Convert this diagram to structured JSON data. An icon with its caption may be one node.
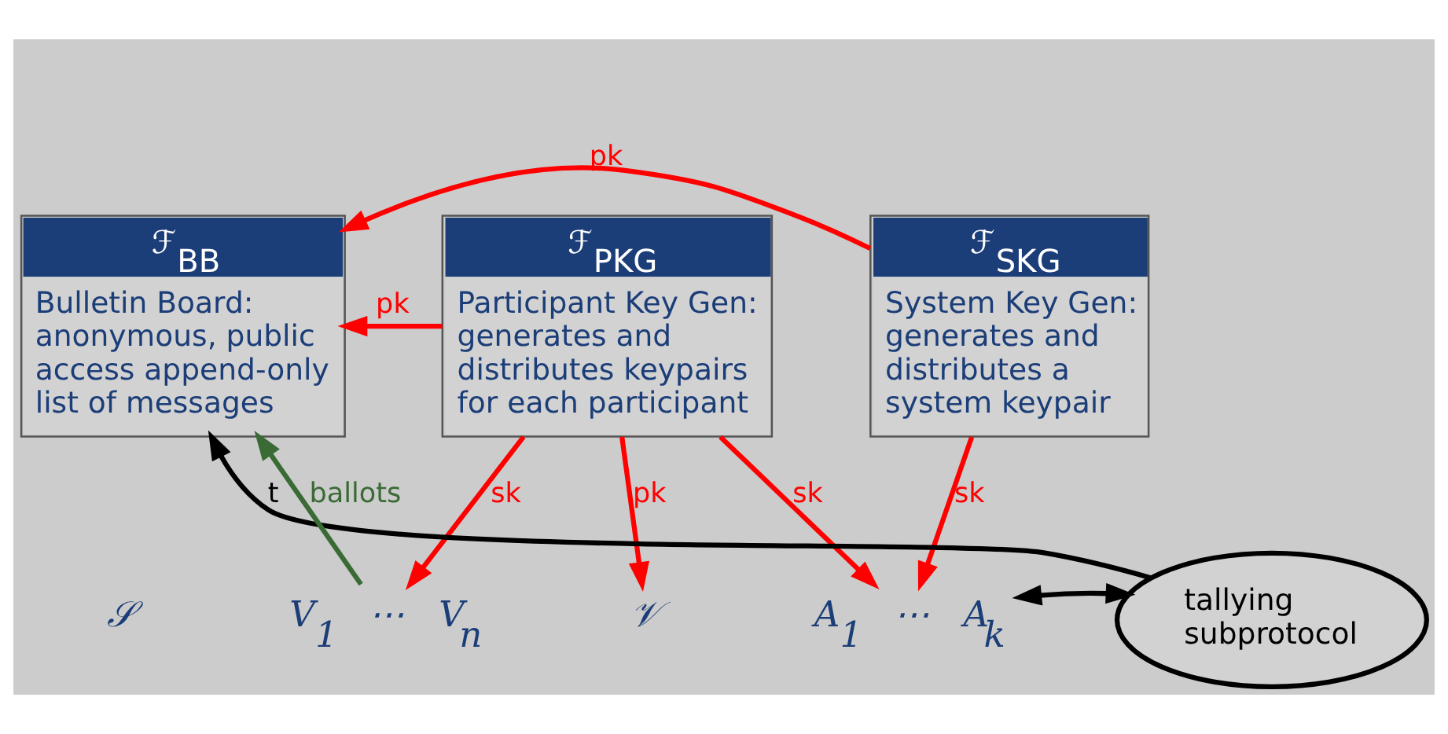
{
  "diagram": {
    "nodes": [
      {
        "text": [
          "ℱ$_{BB}$",
          "Bulletin Board: anonymous, public access append-only list of messages"
        ]
      },
      {
        "text": [
          "ℱ$_{SKG}$",
          "System Key Gen: generates and distributes a system keypair"
        ]
      },
      {
        "text": [
          "ℱ$_{PKG}$",
          "Participant Key Gen: generates and distributes keypairs for each participant"
        ]
      },
      {
        "text": [
          "tallying subprotocol"
        ]
      },
      {
        "text": [
          "𝒮"
        ]
      },
      {
        "text": [
          "V$_{1}$ ⋯ V$_{n}$"
        ]
      },
      {
        "text": [
          "𝒱"
        ]
      },
      {
        "text": [
          "A$_{1}$ ⋯ A$_{k}$"
        ]
      }
    ],
    "edges": [
      {
        "from": 1,
        "to": 0,
        "arrow": "to",
        "label": "pk"
      },
      {
        "from": 2,
        "to": 0,
        "arrow": "to",
        "label": "pk"
      },
      {
        "from": 1,
        "to": 7,
        "arrow": "to",
        "label": "sk"
      },
      {
        "from": 2,
        "to": 5,
        "arrow": "to",
        "label": "sk"
      },
      {
        "from": 2,
        "to": 6,
        "arrow": "to",
        "label": "pk"
      },
      {
        "from": 2,
        "to": 7,
        "arrow": "to",
        "label": "sk"
      },
      {
        "from": 7,
        "to": 3,
        "arrow": "both",
        "color": "#000000"
      },
      {
        "from": 5,
        "to": 0,
        "arrow": "to",
        "label": "ballots",
        "color": "#3a6b35"
      },
      {
        "from": 3,
        "to": 0,
        "arrow": "to",
        "label": "t",
        "color": "#000000"
      }
    ]
  }
}
